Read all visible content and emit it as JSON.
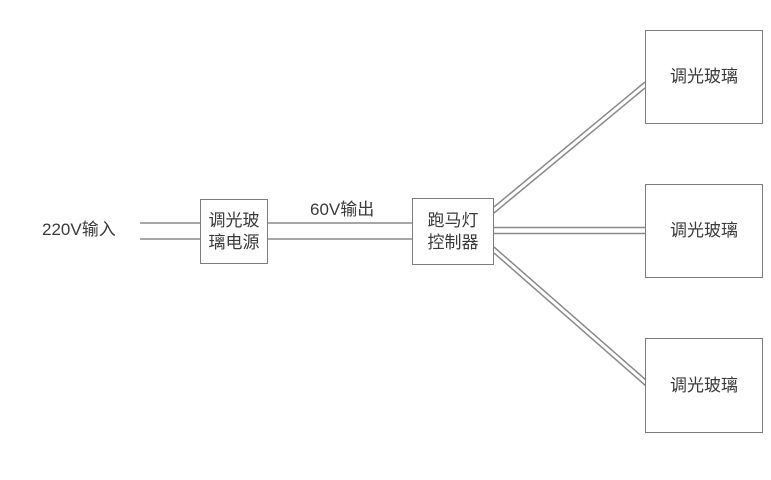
{
  "diagram": {
    "labels": {
      "input": "220V输入",
      "output": "60V输出"
    },
    "nodes": {
      "power_supply": {
        "line1": "调光玻",
        "line2": "璃电源"
      },
      "controller": {
        "line1": "跑马灯",
        "line2": "控制器"
      },
      "glass_top": {
        "label": "调光玻璃"
      },
      "glass_middle": {
        "label": "调光玻璃"
      },
      "glass_bottom": {
        "label": "调光玻璃"
      }
    },
    "colors": {
      "wire": "#8a8a8a",
      "box_border": "#7d7d7d",
      "text": "#3a3a3a",
      "background": "#ffffff"
    }
  }
}
